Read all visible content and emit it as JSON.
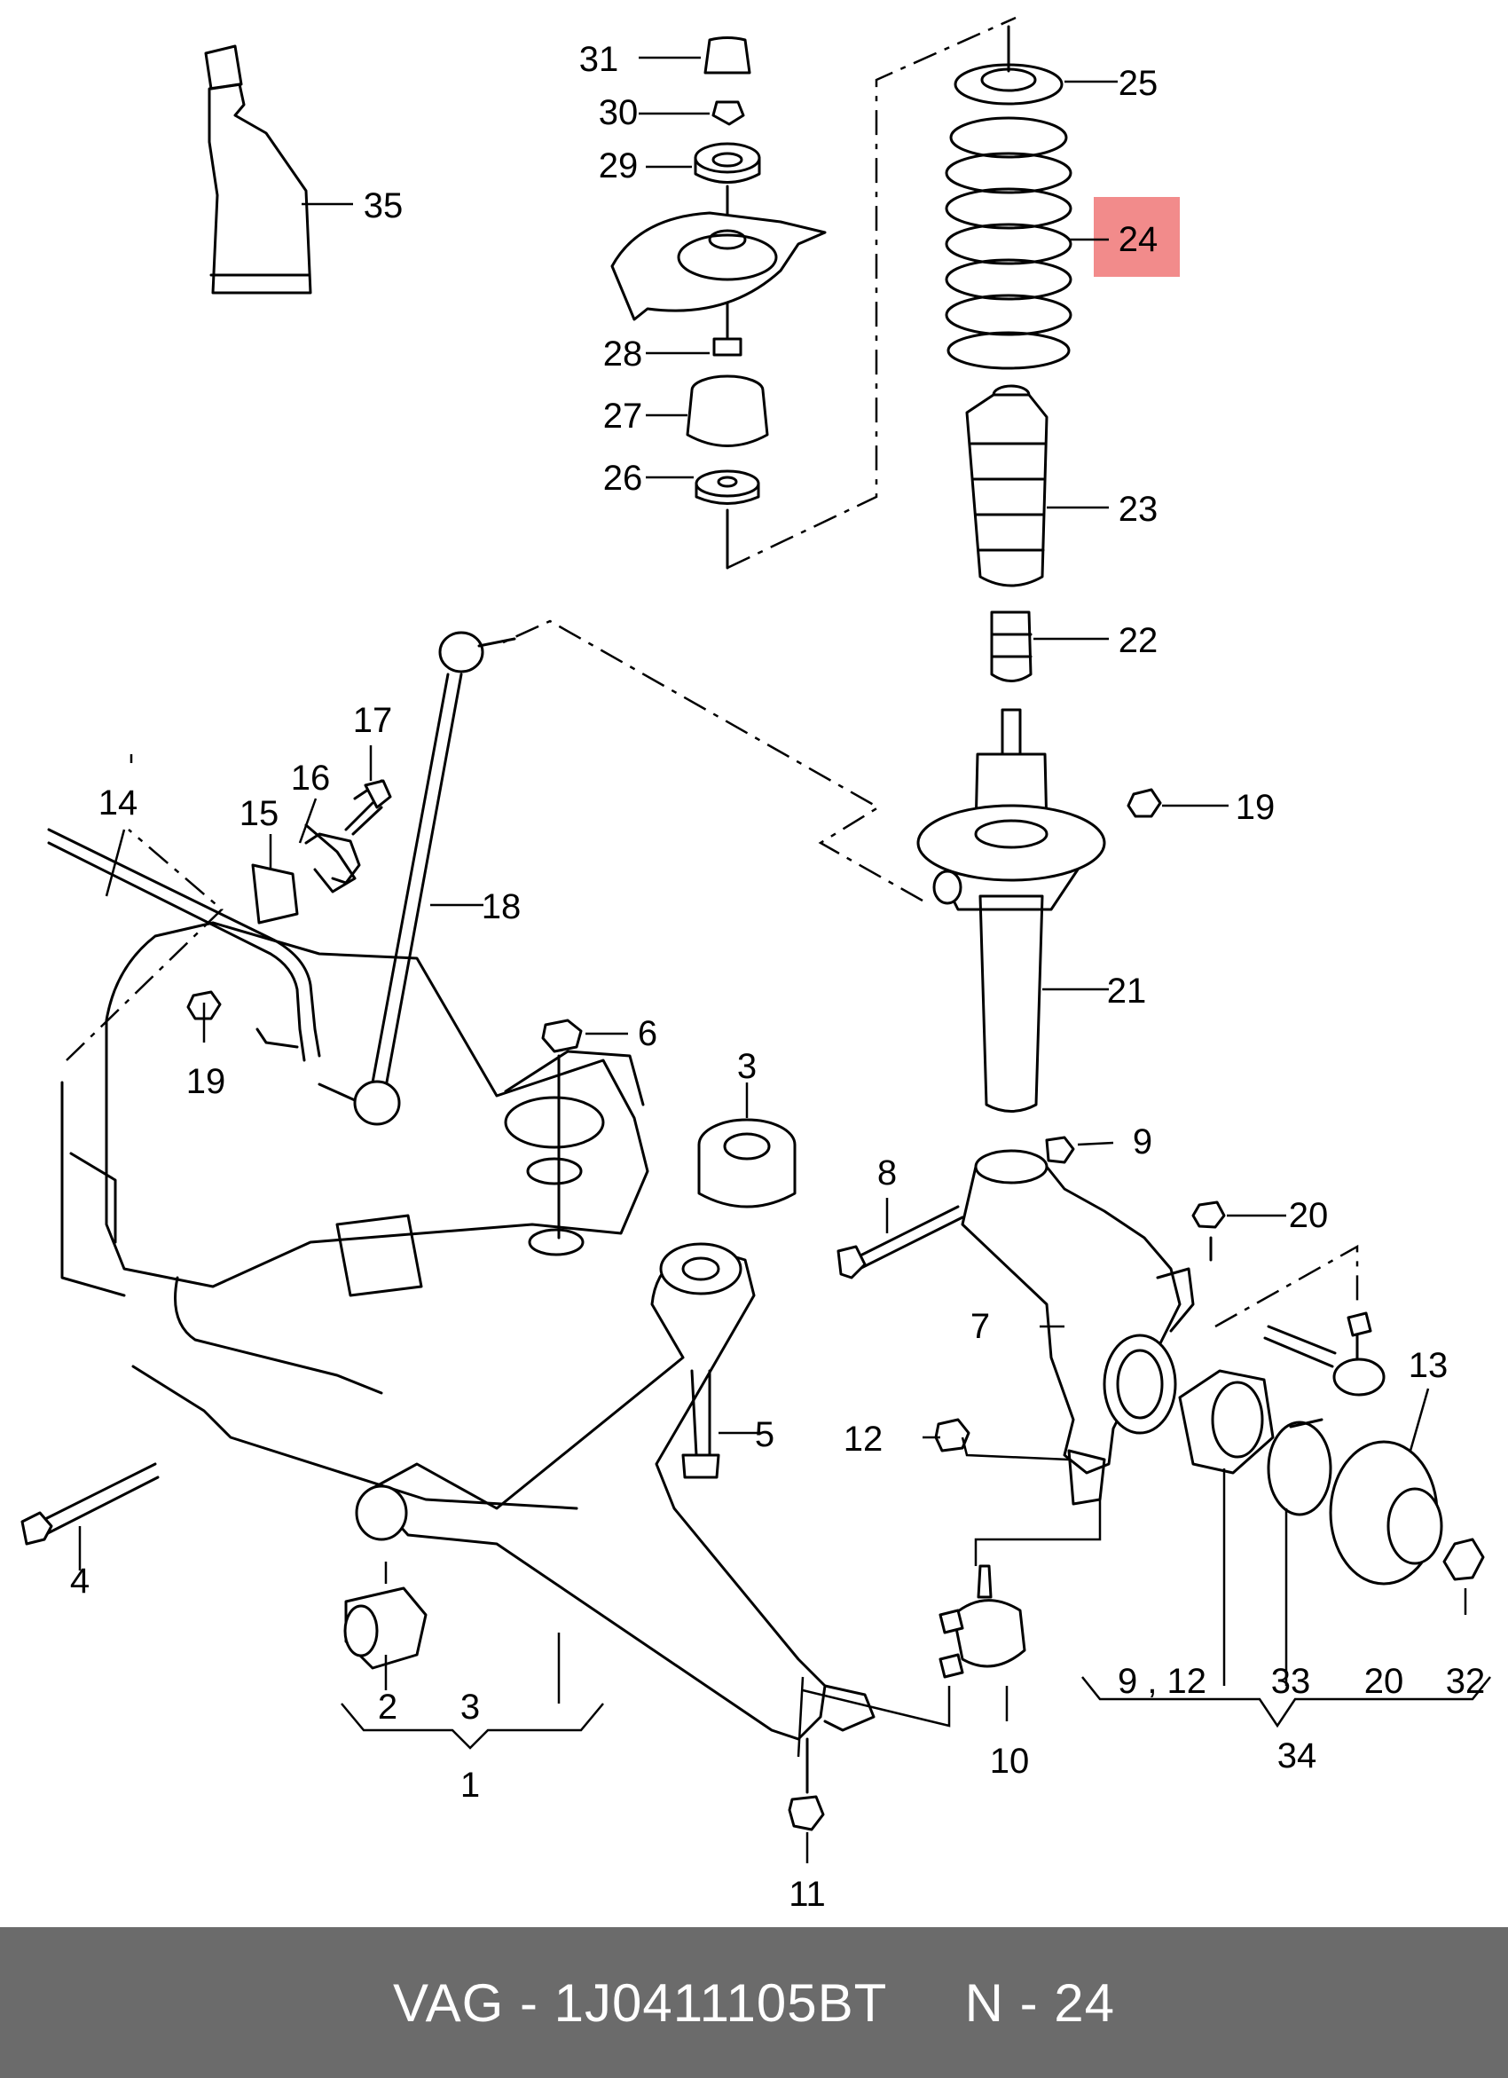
{
  "highlight_color": "#f28b8b",
  "callouts": {
    "c1": "1",
    "c2": "2",
    "c3": "3",
    "c3b": "3",
    "c4": "4",
    "c5": "5",
    "c6": "6",
    "c7": "7",
    "c8": "8",
    "c9": "9",
    "c912": "9 , 12",
    "c10": "10",
    "c11": "11",
    "c12": "12",
    "c13": "13",
    "c14": "14",
    "c15": "15",
    "c16": "16",
    "c17": "17",
    "c18": "18",
    "c19a": "19",
    "c19b": "19",
    "c20a": "20",
    "c20b": "20",
    "c21": "21",
    "c22": "22",
    "c23": "23",
    "c24": "24",
    "c25": "25",
    "c26": "26",
    "c27": "27",
    "c28": "28",
    "c29": "29",
    "c30": "30",
    "c31": "31",
    "c32": "32",
    "c33": "33",
    "c34": "34",
    "c35": "35"
  },
  "footer": {
    "text": "VAG - 1J0411105BT     N - 24"
  }
}
